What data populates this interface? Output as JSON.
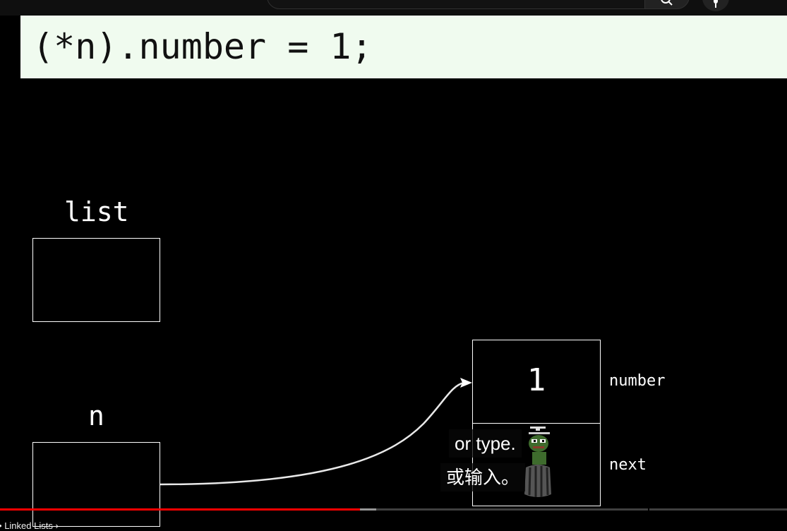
{
  "search": {
    "value": "",
    "placeholder": ""
  },
  "code_banner": {
    "text": "(*n).number = 1;"
  },
  "diagram": {
    "list_label": "list",
    "n_label": "n",
    "node": {
      "value": "1",
      "field_number": "number",
      "field_next": "next"
    }
  },
  "captions": {
    "english": "or type.",
    "chinese": "或输入。"
  },
  "player": {
    "chapter_prefix": "•",
    "chapter_title": "Linked Lists",
    "chapter_arrow": "›",
    "progress_played": 0.457,
    "progress_buffered": 0.478
  },
  "colors": {
    "banner_bg": "#f0fbef",
    "progress_red": "#ff0000"
  },
  "icons": {
    "search": "search-icon",
    "mic": "mic-icon",
    "arrow": "pointer-arrow",
    "mascot": "pepe-mascot-icon"
  }
}
